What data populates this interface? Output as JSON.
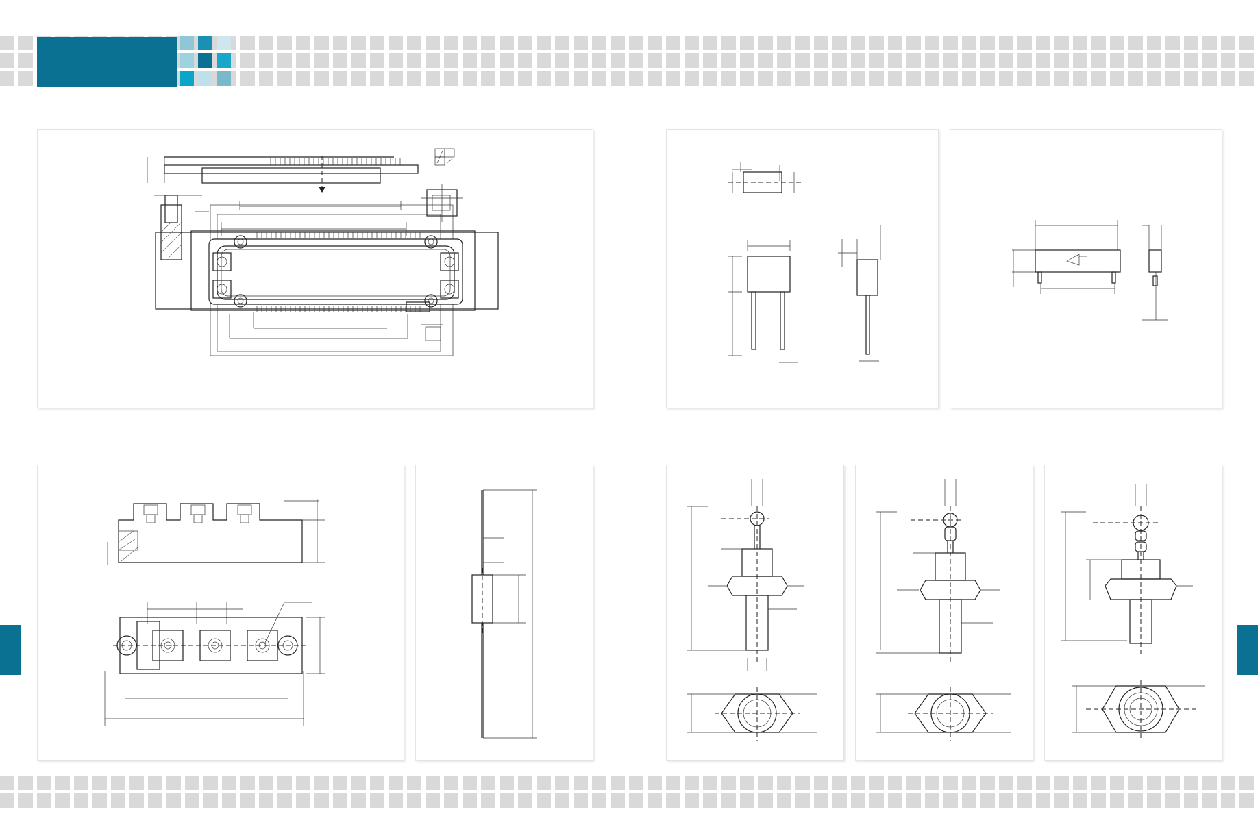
{
  "page": {
    "header_title": "",
    "accent_color": "#0b7192",
    "tile_color": "#d9d9d9",
    "accent_tiles": [
      "#8fc7d8",
      "#1c8fb4",
      "#cfe6ee",
      "#9dd2df",
      "#0b7192",
      "#1aa6c9",
      "#0aa6c9",
      "#bfe0ea",
      "#7ab9cc"
    ]
  },
  "panels": [
    {
      "id": "igbt-module-outline",
      "icon": "igbt-module-drawing"
    },
    {
      "id": "radial-capacitor-outline",
      "icon": "radial-capacitor-drawing"
    },
    {
      "id": "rectangular-component-outline",
      "icon": "rectangular-component-drawing"
    },
    {
      "id": "three-terminal-module-outline",
      "icon": "screw-terminal-module-drawing"
    },
    {
      "id": "axial-diode-outline",
      "icon": "axial-diode-drawing"
    },
    {
      "id": "stud-diode-outline-1",
      "icon": "stud-diode-drawing"
    },
    {
      "id": "stud-diode-outline-2",
      "icon": "stud-diode-drawing"
    },
    {
      "id": "stud-diode-outline-3",
      "icon": "stud-diode-drawing"
    }
  ]
}
